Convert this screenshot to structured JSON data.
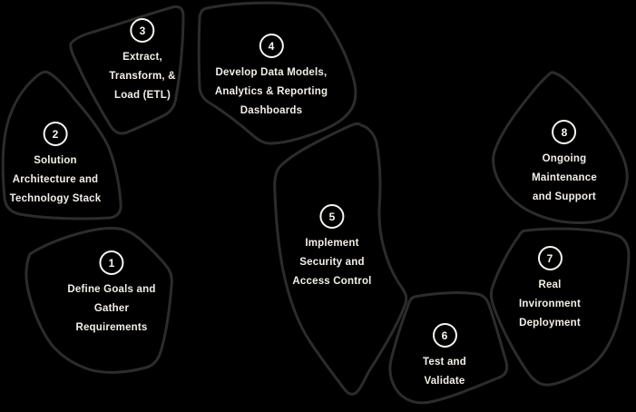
{
  "diagram": {
    "background_color": "#000000",
    "outline_color": "#2c2c2c",
    "text_color": "#f2efe9",
    "badge_color": "#f8f6f1",
    "steps": [
      {
        "number": "1",
        "label": "Define Goals and Gather Requirements",
        "lines": [
          "Define Goals and",
          "Gather",
          "Requirements"
        ]
      },
      {
        "number": "2",
        "label": "Solution Architecture and Technology Stack",
        "lines": [
          "Solution",
          "Architecture and",
          "Technology Stack"
        ]
      },
      {
        "number": "3",
        "label": "Extract, Transform, & Load (ETL)",
        "lines": [
          "Extract,",
          "Transform, &",
          "Load (ETL)"
        ]
      },
      {
        "number": "4",
        "label": "Develop Data Models, Analytics & Reporting Dashboards",
        "lines": [
          "Develop Data Models,",
          "Analytics & Reporting",
          "Dashboards"
        ]
      },
      {
        "number": "5",
        "label": "Implement Security and Access Control",
        "lines": [
          "Implement",
          "Security and",
          "Access Control"
        ]
      },
      {
        "number": "6",
        "label": "Test and Validate",
        "lines": [
          "Test and",
          "Validate"
        ]
      },
      {
        "number": "7",
        "label": "Real Invironment Deployment",
        "lines": [
          "Real",
          "Invironment",
          "Deployment"
        ]
      },
      {
        "number": "8",
        "label": "Ongoing Maintenance and Support",
        "lines": [
          "Ongoing",
          "Maintenance",
          "and Support"
        ]
      }
    ]
  }
}
